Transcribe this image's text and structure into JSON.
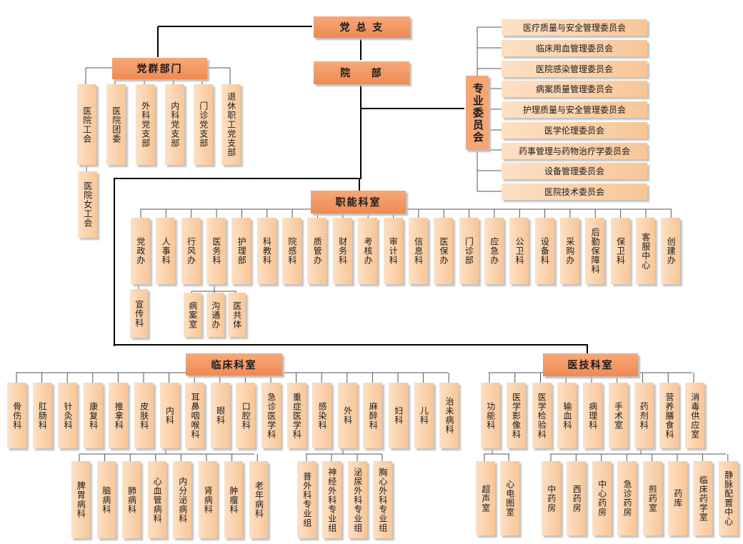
{
  "party_general": "党 总 支",
  "hospital": "院    部",
  "mass_dept": {
    "title": "党群部门",
    "items": [
      "医院工会",
      "医院团委",
      "外科党支部",
      "内科党支部",
      "门诊党支部",
      "退休职工党支部"
    ],
    "sub": "医院女工会"
  },
  "committee": {
    "title": "专业委员会",
    "items": [
      "医疗质量与安全管理委员会",
      "临床用血管理委员会",
      "医院感染管理委员会",
      "病案质量管理委员会",
      "护理质量与安全管理委员会",
      "医学伦理委员会",
      "药事管理与药物治疗学委员会",
      "设备管理委员会",
      "医院技术委员会"
    ]
  },
  "functional": {
    "title": "职能科室",
    "items": [
      "党政办",
      "人事科",
      "行风办",
      "医务科",
      "护理部",
      "科教科",
      "院感科",
      "质管办",
      "财务科",
      "考核办",
      "审计科",
      "信息科",
      "医保办",
      "门诊部",
      "应急办",
      "公卫科",
      "设备科",
      "采购办",
      "后勤保障科",
      "保卫科",
      "客服中心",
      "创建办"
    ],
    "sub_party": [
      "宣传科"
    ],
    "sub_medical": [
      "病案室",
      "沟通办",
      "医共体"
    ]
  },
  "clinical": {
    "title": "临床科室",
    "items": [
      "骨伤科",
      "肛肠科",
      "针灸科",
      "康复科",
      "推拿科",
      "皮肤科",
      "内科",
      "耳鼻咽喉科",
      "眼科",
      "口腔科",
      "急诊医学科",
      "重症医学科",
      "感染科",
      "外科",
      "麻醉科",
      "妇科",
      "儿科",
      "治未病科"
    ],
    "internal_sub": [
      "脾胃病科",
      "脑病科",
      "肺病科",
      "心血管病科",
      "内分泌病科",
      "肾病科",
      "肿瘤科",
      "老年病科"
    ],
    "surgery_sub": [
      "普外科专业组",
      "神经外科专业组",
      "泌尿外科专业组",
      "胸心外科专业组"
    ]
  },
  "medtech": {
    "title": "医技科室",
    "items": [
      "功能科",
      "医学影像科",
      "医学检验科",
      "输血科",
      "病理科",
      "手术室",
      "药剂科",
      "营养膳食科",
      "消毒供应室"
    ],
    "func_sub": [
      "超声室",
      "心电图室"
    ],
    "pharmacy_sub": [
      "中药房",
      "西药房",
      "中心药房",
      "急诊药房",
      "煎药室",
      "药库",
      "临床药学室",
      "静脉配置中心"
    ]
  }
}
